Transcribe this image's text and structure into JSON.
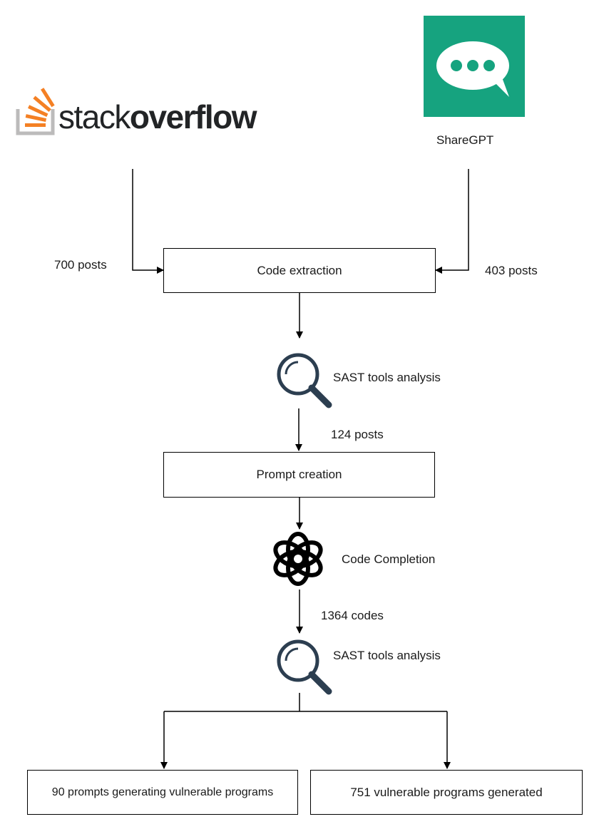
{
  "sources": {
    "stackoverflow": {
      "logo_word_light": "stack",
      "logo_word_bold": "overflow",
      "accent": "#f48024",
      "tray": "#bcbbbb"
    },
    "sharegpt": {
      "label": "ShareGPT",
      "tile_color": "#16a37f"
    }
  },
  "edges": {
    "so_posts": "700 posts",
    "sharegpt_posts": "403 posts",
    "after_sast_1": "124 posts",
    "after_completion": "1364 codes"
  },
  "steps": {
    "code_extraction": "Code extraction",
    "sast_1": "SAST tools analysis",
    "prompt_creation": "Prompt creation",
    "code_completion": "Code Completion",
    "sast_2": "SAST tools analysis"
  },
  "outputs": {
    "left": "90 prompts generating vulnerable programs",
    "right": "751 vulnerable programs generated"
  },
  "icons": {
    "sast": "magnifier-icon",
    "completion": "openai-logo-icon",
    "chat": "chat-bubble-icon"
  }
}
